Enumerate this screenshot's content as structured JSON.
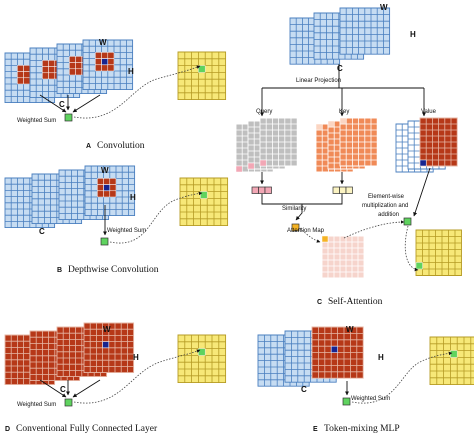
{
  "colors": {
    "blue_fill": "#c6dcf2",
    "blue_line": "#4a7fbf",
    "red_fill": "#b63818",
    "red_line": "#e7b7a6",
    "yellow_fill": "#f7e878",
    "yellow_line": "#b59b25",
    "orange_fill": "#f08a57",
    "green": "#5fd35f",
    "dark_blue": "#17248f",
    "pink_fill": "#f6d4cc"
  },
  "panels": {
    "a": {
      "letter": "A",
      "caption": "Convolution",
      "w": "W",
      "h": "H",
      "c": "C",
      "sum": "Weighted Sum"
    },
    "b": {
      "letter": "B",
      "caption": "Depthwise Convolution",
      "w": "W",
      "h": "H",
      "c": "C",
      "sum": "Weighted Sum"
    },
    "c": {
      "letter": "C",
      "caption": "Self-Attention",
      "w": "W",
      "h": "H",
      "c": "C",
      "linear_projection": "Linear Projection",
      "query": "Query",
      "key": "Key",
      "value": "Value",
      "similarity": "Similarity",
      "attention_map": "Attention Map",
      "elementwise_1": "Element-wise",
      "elementwise_2": "multiplization and",
      "elementwise_3": "addition"
    },
    "d": {
      "letter": "D",
      "caption": "Conventional Fully Connected Layer",
      "w": "W",
      "h": "H",
      "c": "C",
      "sum": "Weighted Sum"
    },
    "e": {
      "letter": "E",
      "caption": "Token-mixing MLP",
      "w": "W",
      "h": "H",
      "c": "C",
      "sum": "Weighted Sum"
    }
  }
}
